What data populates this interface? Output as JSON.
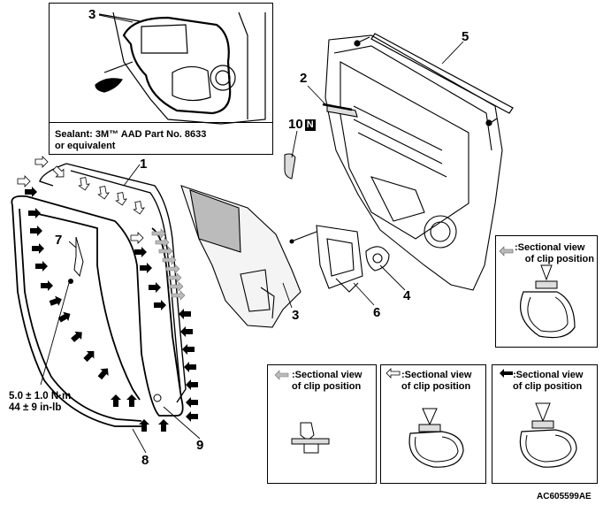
{
  "inset_sealant": {
    "callout": "3",
    "note_line1": "Sealant: 3M™ AAD Part No. 8633",
    "note_line2": "or equivalent"
  },
  "callouts": {
    "c1": "1",
    "c2": "2",
    "c3": "3",
    "c4": "4",
    "c5": "5",
    "c6": "6",
    "c7": "7",
    "c8": "8",
    "c9": "9",
    "c10": "10",
    "c10_badge": "N"
  },
  "torque": {
    "line1": "5.0 ± 1.0 N·m",
    "line2": "44 ± 9 in-lb"
  },
  "sectional_views": {
    "grey_dashed_line1": ":Sectional view",
    "grey_dashed_line2": "of clip position",
    "white_arrow_line1": ":Sectional view",
    "white_arrow_line2": "of clip position",
    "black_arrow_line1": ":Sectional view",
    "black_arrow_line2": "of clip position",
    "grey_arrow_line1": ":Sectional view",
    "grey_arrow_line2": "of clip position"
  },
  "figure_id": "AC605599AE"
}
